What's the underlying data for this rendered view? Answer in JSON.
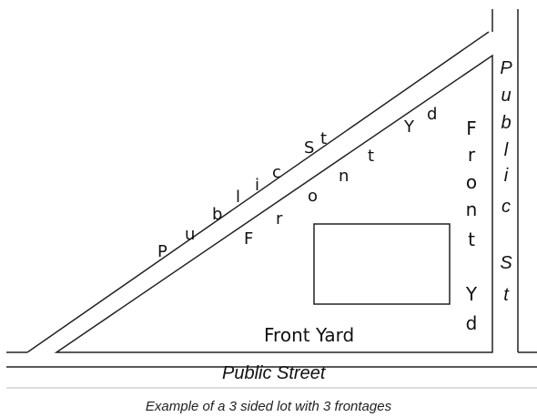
{
  "lot": {
    "front_yard_bottom": "Front Yard",
    "front_yard_right": "Front Yd",
    "front_yard_diagonal": "Front Yd"
  },
  "streets": {
    "bottom": "Public Street",
    "right": "Public St",
    "diagonal": "Public St"
  },
  "caption": "Example of a 3 sided lot with 3 frontages"
}
